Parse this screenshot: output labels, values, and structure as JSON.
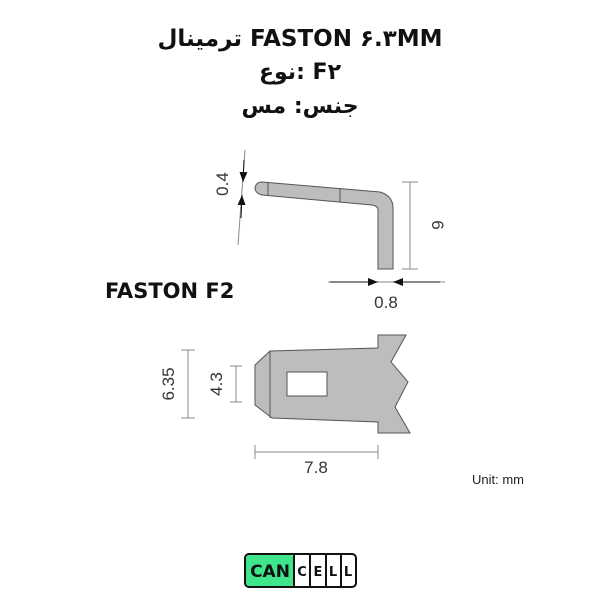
{
  "title_line1": "ترمینال FASTON ۶.۳MM",
  "title_line2": "نوع: F۲",
  "title_line3": "جنس: مس",
  "side_label": "FASTON F2",
  "dims": {
    "thickness": "0.4",
    "height": "6",
    "width": "0.8",
    "overall_width": "6.35",
    "hole_width": "4.3",
    "length": "7.8"
  },
  "unit": "Unit: mm",
  "logo": {
    "part1": "CAN",
    "part2": [
      "C",
      "E",
      "L",
      "L"
    ],
    "accent": "#3ee58a"
  },
  "colors": {
    "part_fill": "#bdbdbd",
    "part_stroke": "#555555"
  }
}
